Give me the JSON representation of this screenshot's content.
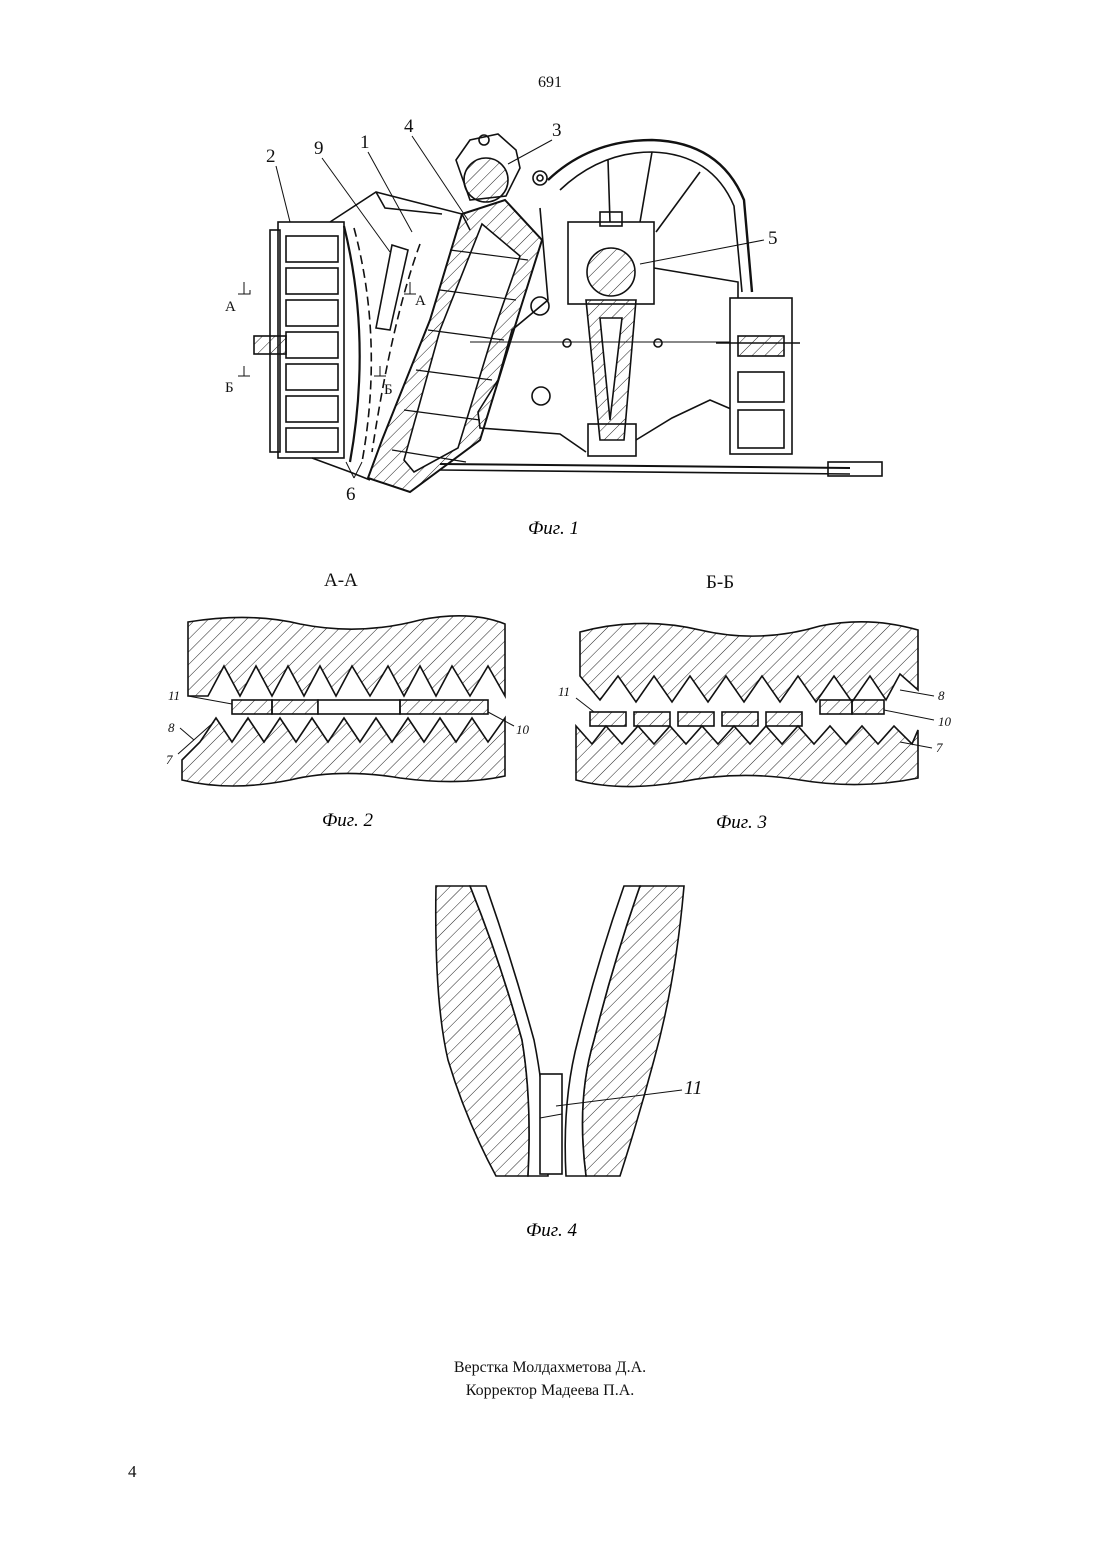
{
  "document": {
    "page_number_top": "691",
    "figures": [
      {
        "caption": "Фиг. 1",
        "callouts": [
          "1",
          "2",
          "3",
          "4",
          "5",
          "6",
          "9"
        ],
        "section_marks": [
          "А",
          "А",
          "Б",
          "Б"
        ]
      },
      {
        "caption": "Фиг. 2",
        "section_title": "А-А",
        "callouts": [
          "11",
          "10",
          "8",
          "7"
        ]
      },
      {
        "caption": "Фиг. 3",
        "section_title": "Б-Б",
        "callouts": [
          "11",
          "8",
          "10",
          "7"
        ]
      },
      {
        "caption": "Фиг. 4",
        "callouts": [
          "11"
        ]
      }
    ],
    "credits": [
      "Верстка Молдахметова Д.А.",
      "Корректор Мадеева П.А."
    ],
    "page_number_bottom": "4"
  }
}
